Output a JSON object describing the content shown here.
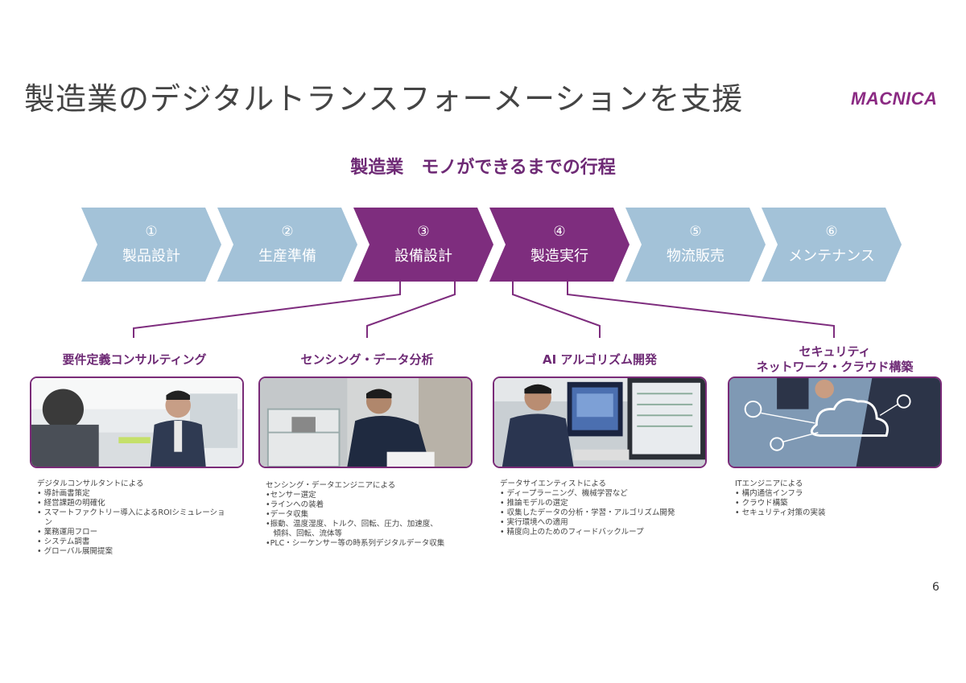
{
  "title": "製造業のデジタルトランスフォーメーションを支援",
  "logo": "MACNICA",
  "subtitle": "製造業　モノができるまでの行程",
  "colors": {
    "step_inactive": "#a3c2d8",
    "step_active": "#7e2d7e",
    "accent": "#6e2a75"
  },
  "steps": [
    {
      "num": "①",
      "label": "製品設計",
      "active": false
    },
    {
      "num": "②",
      "label": "生産準備",
      "active": false
    },
    {
      "num": "③",
      "label": "設備設計",
      "active": true
    },
    {
      "num": "④",
      "label": "製造実行",
      "active": true
    },
    {
      "num": "⑤",
      "label": "物流販売",
      "active": false
    },
    {
      "num": "⑥",
      "label": "メンテナンス",
      "active": false
    }
  ],
  "services": [
    {
      "title": [
        "要件定義コンサルティング"
      ],
      "lead": "デジタルコンサルタントによる",
      "items": [
        "• 導計画書策定",
        "• 経営課題の明確化",
        "• スマートファクトリー導入によるROIシミュレーショ\n　ン",
        "• 業務運用フロー",
        "• システム調書",
        "• グローバル展開提案"
      ]
    },
    {
      "title": [
        "センシング・データ分析"
      ],
      "lead": "センシング・データエンジニアによる",
      "items": [
        "•センサー選定",
        "•ラインへの装着",
        "•データ収集",
        "•振動、温度湿度、トルク、回転、圧力、加速度、\n　傾斜、回転、流体等",
        "•PLC・シーケンサー等の時系列デジタルデータ収集"
      ]
    },
    {
      "title": [
        "AI アルゴリズム開発"
      ],
      "lead": "データサイエンティストによる",
      "items": [
        "• ディープラーニング、機械学習など",
        "• 推論モデルの選定",
        "• 収集したデータの分析・学習・アルゴリズム開発",
        "• 実行環境への適用",
        "• 精度向上のためのフィードバックループ"
      ]
    },
    {
      "title": [
        "セキュリティ",
        "ネットワーク・クラウド構築"
      ],
      "lead": "ITエンジニアによる",
      "items": [
        "• 構内通信インフラ",
        "• クラウド構築",
        "• セキュリティ対策の実装"
      ]
    }
  ],
  "page_number": "6"
}
